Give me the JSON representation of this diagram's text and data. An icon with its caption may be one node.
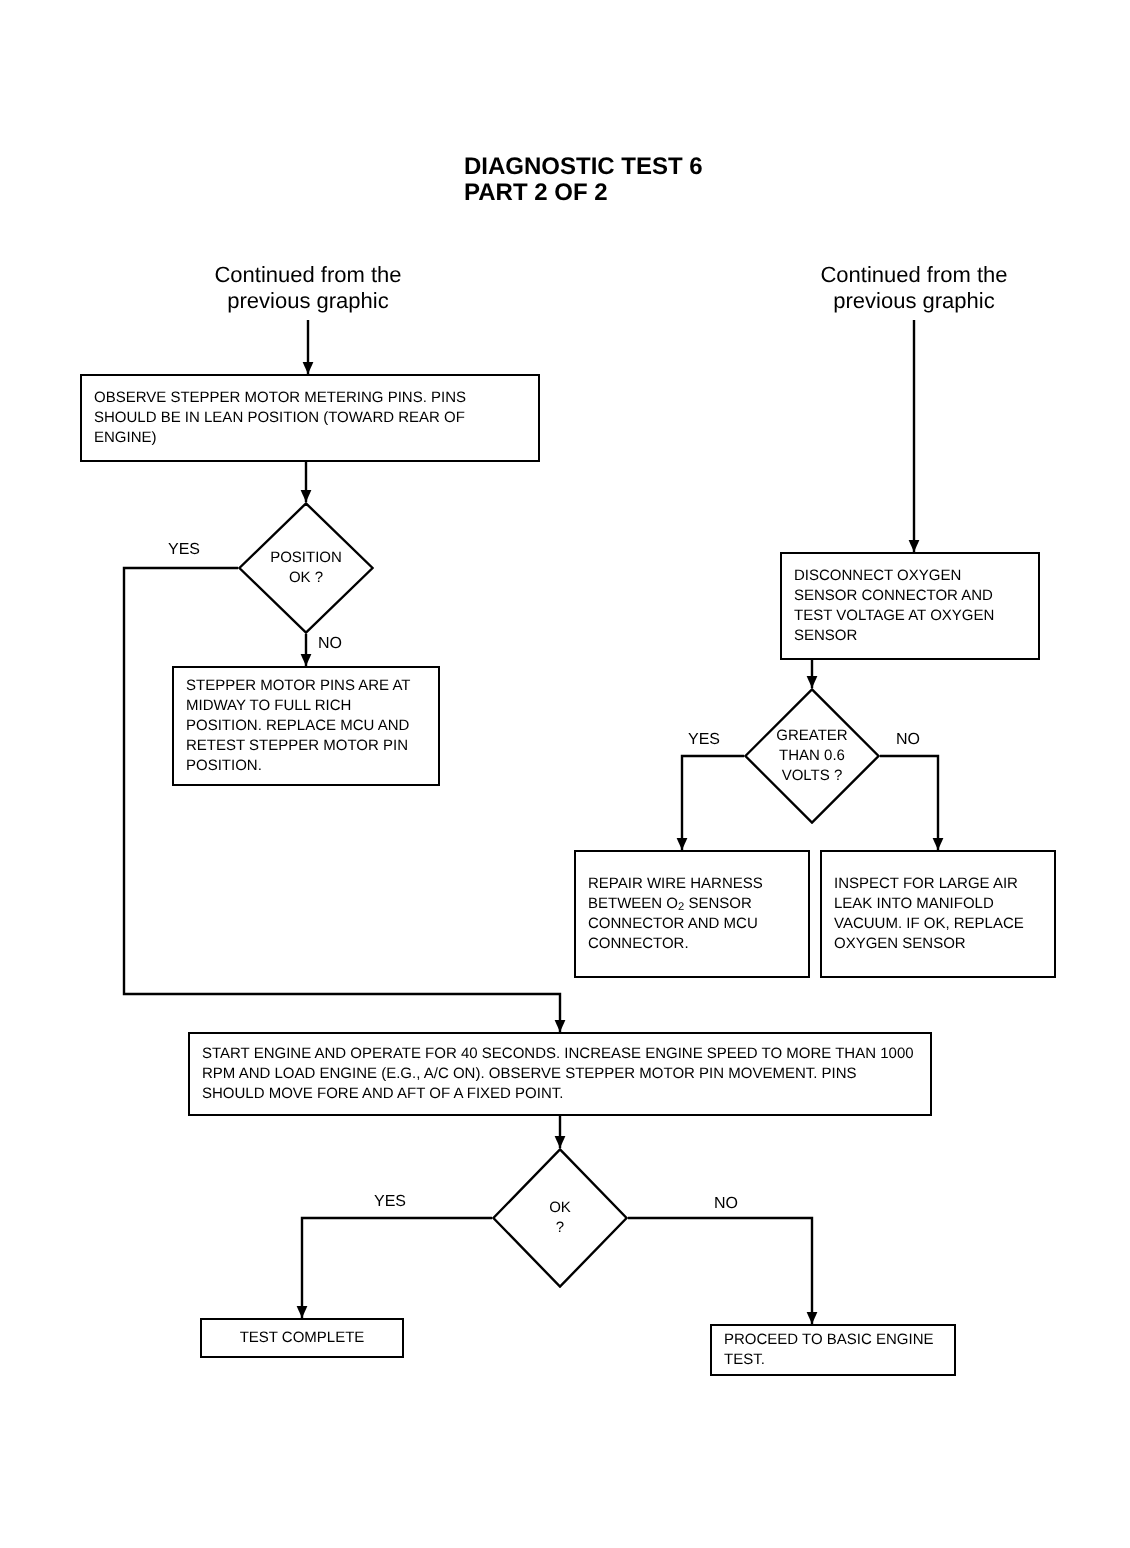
{
  "diagram": {
    "title": "DIAGNOSTIC TEST 6 PART 2 OF 2",
    "nodes": [
      {
        "text": [
          "Continued from the previous graphic"
        ]
      },
      {
        "text": [
          "Continued from the previous graphic"
        ]
      },
      {
        "text": [
          "OBSERVE STEPPER MOTOR METERING PINS. PINS SHOULD BE IN LEAN POSITION (TOWARD REAR OF ENGINE)"
        ]
      },
      {
        "text": [
          "POSITION OK ?"
        ]
      },
      {
        "text": [
          "STEPPER MOTOR PINS ARE AT MIDWAY TO FULL RICH POSITION. REPLACE MCU AND RETEST STEPPER MOTOR PIN POSITION."
        ]
      },
      {
        "text": [
          "DISCONNECT OXYGEN SENSOR CONNECTOR AND TEST VOLTAGE AT OXYGEN SENSOR"
        ]
      },
      {
        "text": [
          "GREATER THAN 0.6 VOLTS ?"
        ]
      },
      {
        "text": [
          "REPAIR WIRE HARNESS BETWEEN O$_{2}$ SENSOR CONNECTOR AND MCU CONNECTOR."
        ]
      },
      {
        "text": [
          "INSPECT FOR LARGE AIR LEAK INTO MANIFOLD VACUUM. IF OK, REPLACE OXYGEN SENSOR"
        ]
      },
      {
        "text": [
          "START ENGINE AND OPERATE FOR 40 SECONDS. INCREASE ENGINE SPEED TO MORE THAN 1000 RPM AND LOAD ENGINE (E.G., A/C ON). OBSERVE STEPPER MOTOR PIN MOVEMENT. PINS SHOULD MOVE FORE AND AFT OF A FIXED POINT."
        ]
      },
      {
        "text": [
          "OK ?"
        ]
      },
      {
        "text": [
          "TEST COMPLETE"
        ]
      },
      {
        "text": [
          "PROCEED TO BASIC ENGINE TEST."
        ]
      }
    ],
    "edges": [
      {
        "from": 0,
        "to": 2,
        "arrow": "to"
      },
      {
        "from": 2,
        "to": 3,
        "arrow": "to"
      },
      {
        "from": 3,
        "to": 4,
        "label": "NO",
        "arrow": "to"
      },
      {
        "from": 3,
        "to": 9,
        "label": "YES",
        "arrow": "to"
      },
      {
        "from": 1,
        "to": 5,
        "arrow": "to"
      },
      {
        "from": 5,
        "to": 6,
        "arrow": "to"
      },
      {
        "from": 6,
        "to": 7,
        "label": "YES",
        "arrow": "to"
      },
      {
        "from": 6,
        "to": 8,
        "label": "NO",
        "arrow": "to"
      },
      {
        "from": 9,
        "to": 10,
        "arrow": "to"
      },
      {
        "from": 10,
        "to": 11,
        "label": "YES",
        "arrow": "to"
      },
      {
        "from": 10,
        "to": 12,
        "label": "NO",
        "arrow": "to"
      }
    ]
  }
}
